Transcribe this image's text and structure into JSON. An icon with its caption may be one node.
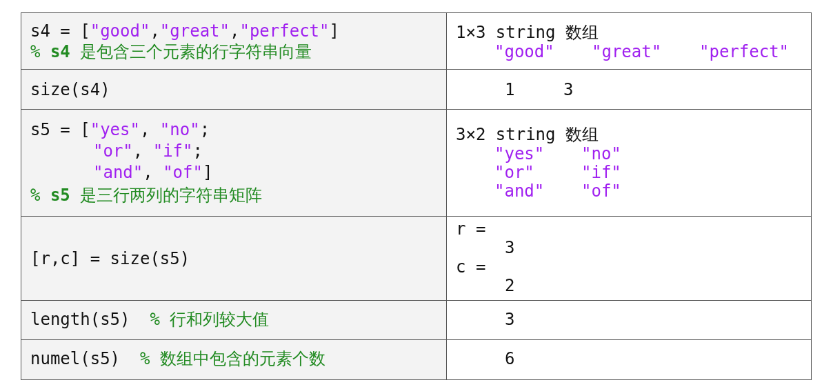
{
  "diagram": {
    "labels": [
      "s4 = [\"good\",\"great\",\"perfect\"]",
      "% **s4** 是包含三个元素的行字符串向量",
      "1×3 string 数组",
      "\"good\"",
      "\"great\"",
      "\"perfect\"",
      "size(s4)",
      "1",
      "3",
      "s5 = [\"yes\", \"no\";",
      "\"or\", \"if\";",
      "\"and\", \"of\"]",
      "% **s5** 是三行两列的字符串矩阵",
      "3×2 string 数组",
      "\"yes\"",
      "\"no\"",
      "\"or\"",
      "\"if\"",
      "\"and\"",
      "\"of\"",
      "[r,c] = size(s5)",
      "r =",
      "3",
      "c =",
      "2",
      "length(s5)  % 行和列较大值",
      "3",
      "numel(s5)  % 数组中包含的元素个数",
      "6"
    ]
  }
}
